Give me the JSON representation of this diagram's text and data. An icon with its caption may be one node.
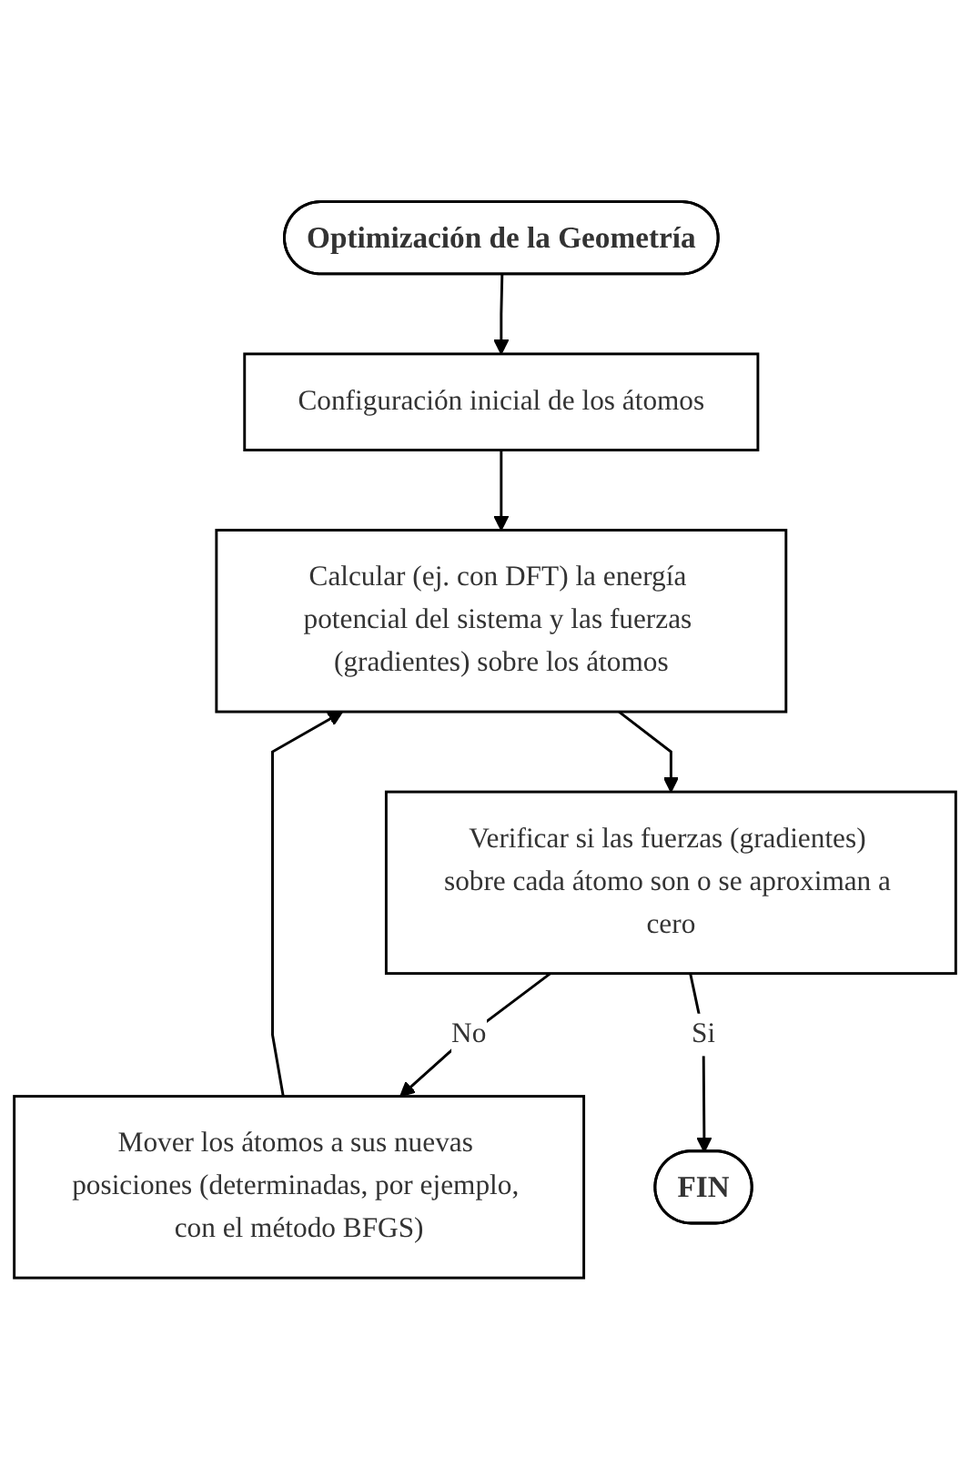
{
  "diagram": {
    "nodes": [
      {
        "text": [
          "Optimización de la Geometría"
        ]
      },
      {
        "text": [
          "Configuración inicial de los átomos"
        ]
      },
      {
        "text": [
          "Calcular (ej. con DFT) la energía potencial del sistema y las fuerzas (gradientes) sobre los átomos"
        ]
      },
      {
        "text": [
          "Verificar si las fuerzas (gradientes) sobre cada átomo son o se aproximan a cero"
        ]
      },
      {
        "text": [
          "Mover los átomos a sus nuevas posiciones (determinadas, por ejemplo, con el método BFGS)"
        ]
      },
      {
        "text": [
          "FIN"
        ]
      }
    ],
    "edges": [
      {
        "from": 0,
        "to": 1,
        "arrow": "to"
      },
      {
        "from": 1,
        "to": 2,
        "arrow": "to"
      },
      {
        "from": 2,
        "to": 3,
        "arrow": "to"
      },
      {
        "from": 3,
        "to": 4,
        "arrow": "to",
        "label": "No"
      },
      {
        "from": 4,
        "to": 2,
        "arrow": "to"
      },
      {
        "from": 3,
        "to": 5,
        "arrow": "to",
        "label": "Si"
      }
    ]
  }
}
